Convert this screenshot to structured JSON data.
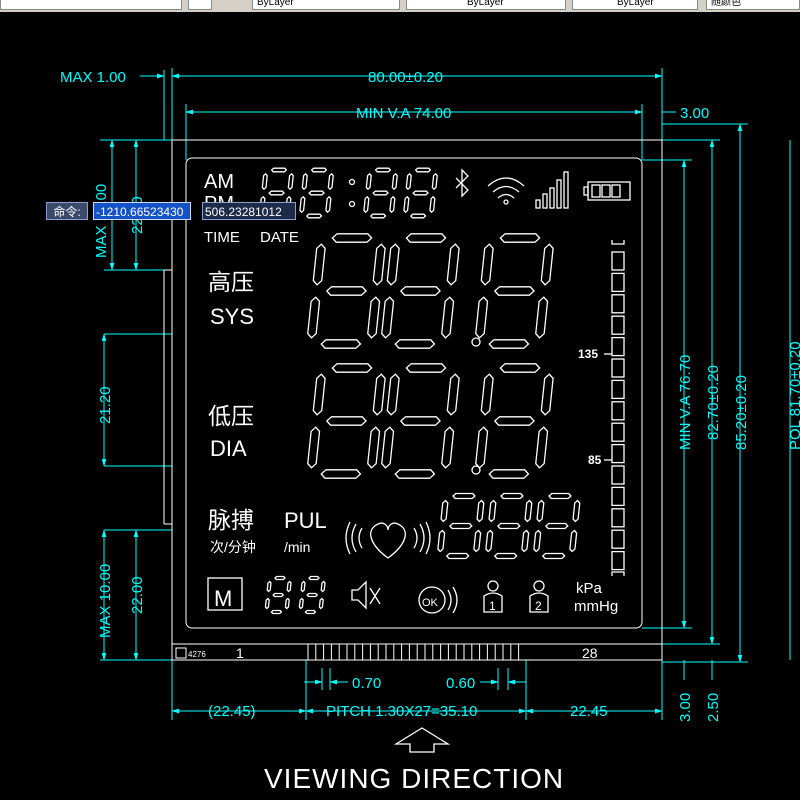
{
  "toolbar": {
    "layer_1": "ByLayer",
    "layer_2": "ByLayer",
    "layer_3": "ByLayer",
    "color_label": "随颜色"
  },
  "command": {
    "prompt": "命令:",
    "x_value": "-1210.66523430",
    "y_value": "506.23281012"
  },
  "dimensions": {
    "max_1": "MAX 1.00",
    "width_total": "80.00±0.20",
    "min_va_width": "MIN V.A 74.00",
    "right_gap": "3.00",
    "max_10_top": "MAX 10.00",
    "dim_22_top": "22.00",
    "dim_21_20": "21.20",
    "max_10_bottom": "MAX 10.00",
    "dim_22_bottom": "22.00",
    "min_va_height": "MIN V.A 76.70",
    "height_82": "82.70±0.20",
    "height_85": "85.20±0.20",
    "pol_height": "POL 81.70±0.20",
    "pin_0_70": "0.70",
    "pin_0_60": "0.60",
    "left_22_45": "(22.45)",
    "pitch": "PITCH 1.30X27=35.10",
    "right_22_45": "22.45",
    "bottom_3_00": "3.00",
    "bottom_2_50": "2.50",
    "pin_1": "1",
    "pin_28": "28",
    "part_no": "4276"
  },
  "lcd": {
    "am": "AM",
    "pm": "PM",
    "time": "TIME",
    "date": "DATE",
    "sys_cn": "高压",
    "sys": "SYS",
    "dia_cn": "低压",
    "dia": "DIA",
    "pul_cn": "脉搏",
    "pul": "PUL",
    "pul_cn_unit": "次/分钟",
    "pul_unit": "/min",
    "scale_135": "135",
    "scale_85": "85",
    "memory": "M",
    "ok": "OK",
    "user_1": "1",
    "user_2": "2",
    "kpa": "kPa",
    "mmhg": "mmHg"
  },
  "footer": {
    "viewing_direction": "VIEWING DIRECTION"
  }
}
